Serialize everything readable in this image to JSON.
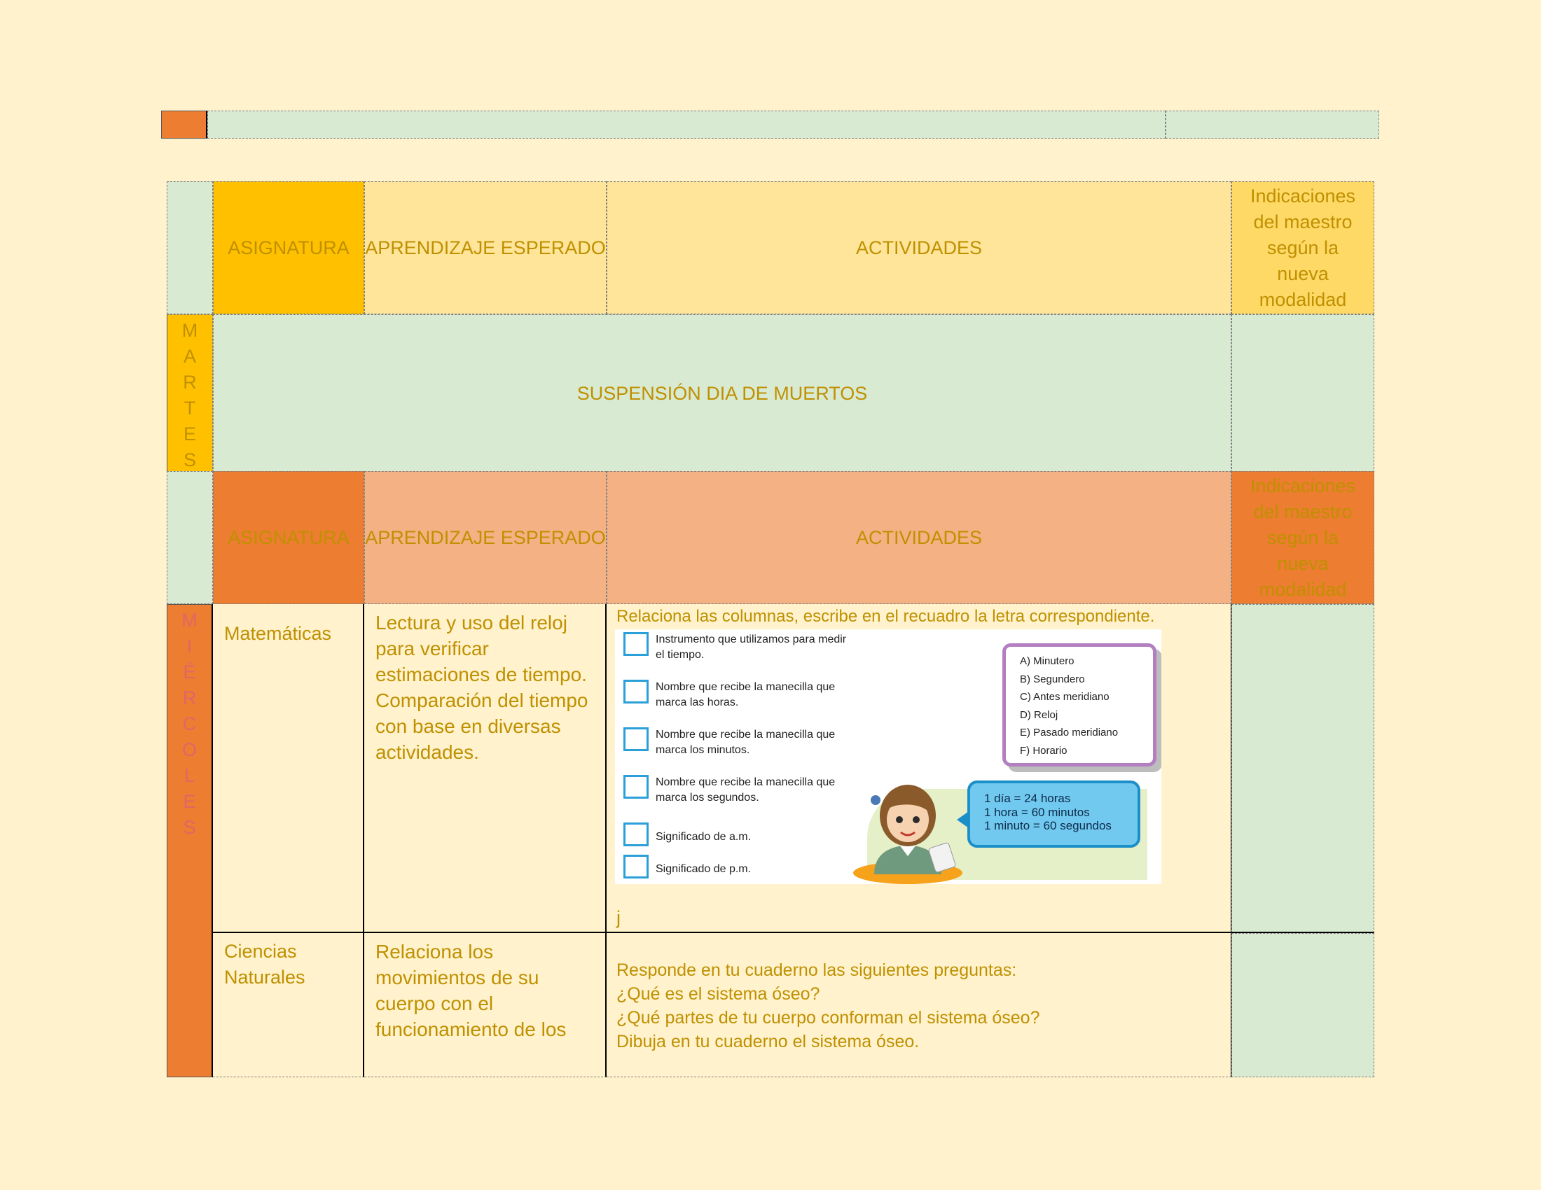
{
  "header_row": {
    "accent_color": "#ed7d31",
    "band_color": "#d9ead3"
  },
  "table1": {
    "headers": {
      "asignatura": "ASIGNATURA",
      "aprendizaje": "APRENDIZAJE ESPERADO",
      "actividades": "ACTIVIDADES",
      "indicaciones": "Indicaciones del maestro según la nueva modalidad"
    },
    "day_letters": [
      "M",
      "A",
      "R",
      "T",
      "E",
      "S"
    ],
    "suspension": "SUSPENSIÓN  DIA DE MUERTOS"
  },
  "table2": {
    "headers": {
      "asignatura": "ASIGNATURA",
      "aprendizaje": "APRENDIZAJE ESPERADO",
      "actividades": "ACTIVIDADES",
      "indicaciones": "Indicaciones del maestro según la nueva modalidad"
    },
    "day_letters": [
      "M",
      "I",
      "É",
      "R",
      "C",
      "O",
      "L",
      "E",
      "S"
    ],
    "rows": [
      {
        "subject": "Matemáticas",
        "learning": "Lectura y uso del reloj para verificar estimaciones de tiempo. Comparación del tiempo con base en diversas actividades.",
        "activity": "Relaciona las columnas, escribe en el recuadro la letra correspondiente.",
        "trailing": "j",
        "worksheet": {
          "items": [
            "Instrumento que utilizamos para medir el tiempo.",
            "Nombre que recibe la manecilla que marca las horas.",
            "Nombre que recibe la manecilla que marca los minutos.",
            "Nombre que recibe la manecilla que marca los segundos.",
            "Significado de a.m.",
            "Significado de p.m."
          ],
          "options": [
            "A)  Minutero",
            "B)  Segundero",
            "C)  Antes meridiano",
            "D)  Reloj",
            "E)  Pasado meridiano",
            "F)  Horario"
          ],
          "bubble": [
            "1 día  =  24 horas",
            "1 hora  =  60 minutos",
            "1 minuto  =  60 segundos"
          ]
        }
      },
      {
        "subject": "Ciencias Naturales",
        "learning": "Relaciona los movimientos de su cuerpo con el funcionamiento de los",
        "activity_lines": [
          "Responde en tu cuaderno las siguientes preguntas:",
          "¿Qué es el sistema óseo?",
          "¿Qué partes de tu cuerpo conforman el sistema óseo?",
          "Dibuja en tu cuaderno el sistema óseo."
        ]
      }
    ]
  }
}
